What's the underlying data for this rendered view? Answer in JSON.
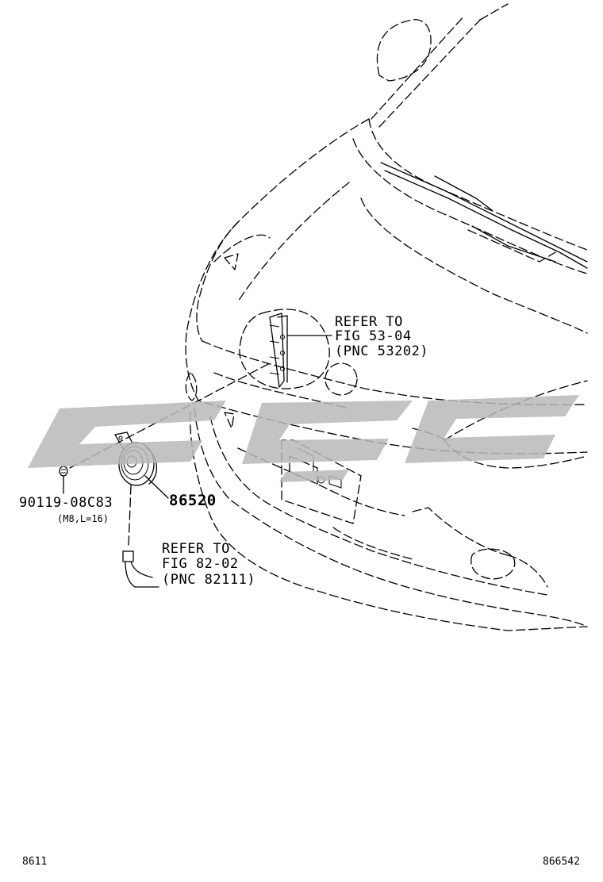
{
  "labels": {
    "refer_top": [
      "REFER TO",
      "FIG 53-04",
      "(PNC 53202)"
    ],
    "refer_bottom": [
      "REFER TO",
      "FIG 82-02",
      "(PNC 82111)"
    ],
    "part_bolt": "90119-08C83",
    "part_bolt_spec": "(M8,L=16)",
    "part_horn": "86520",
    "corner_left": "8611",
    "corner_right": "866542"
  }
}
